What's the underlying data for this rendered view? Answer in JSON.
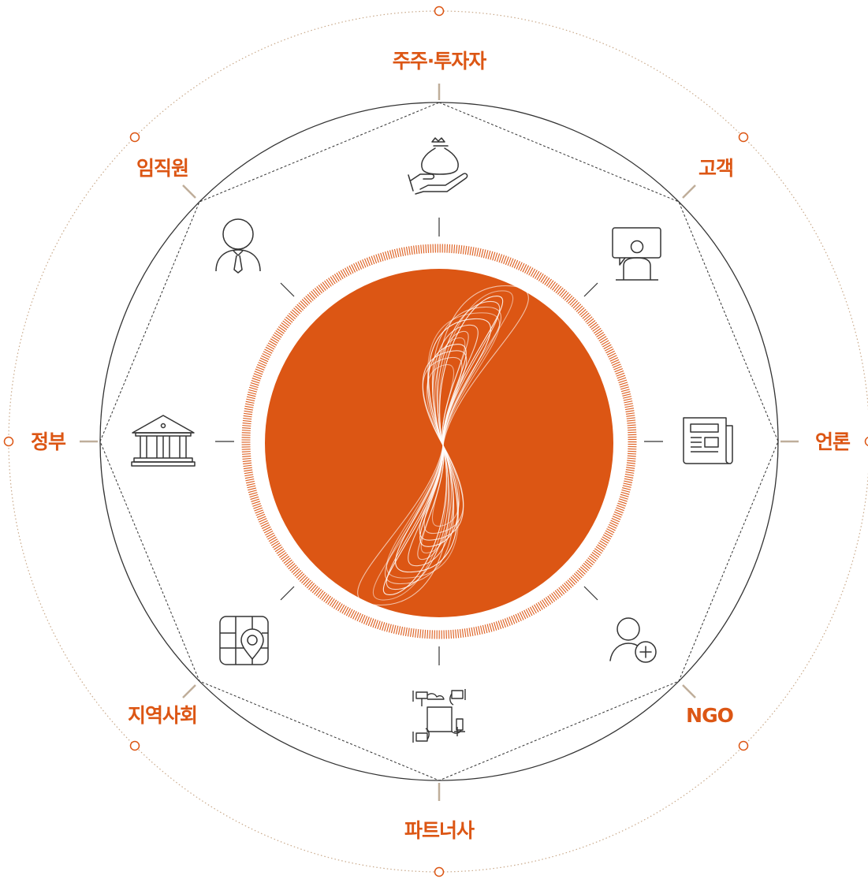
{
  "colors": {
    "accent": "#dc5614",
    "outer_dotted": "#c9a98a",
    "tick": "#bfae9a",
    "line": "#333333"
  },
  "stakeholders": [
    {
      "key": "shareholders",
      "label": "주주·투자자",
      "icon": "money-bag-hand-icon"
    },
    {
      "key": "customers",
      "label": "고객",
      "icon": "customer-chat-icon"
    },
    {
      "key": "media",
      "label": "언론",
      "icon": "newspaper-icon"
    },
    {
      "key": "ngo",
      "label": "NGO",
      "icon": "person-add-icon"
    },
    {
      "key": "partners",
      "label": "파트너사",
      "icon": "joined-hands-icon"
    },
    {
      "key": "community",
      "label": "지역사회",
      "icon": "map-pin-icon"
    },
    {
      "key": "government",
      "label": "정부",
      "icon": "government-building-icon"
    },
    {
      "key": "employees",
      "label": "임직원",
      "icon": "employee-icon"
    }
  ]
}
